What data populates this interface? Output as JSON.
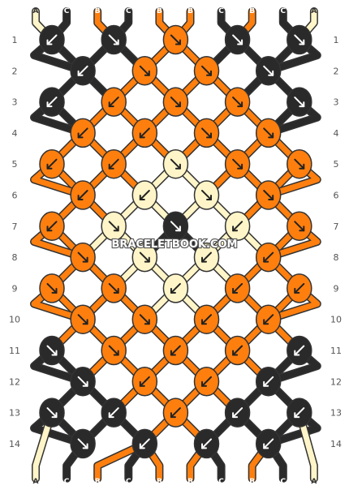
{
  "watermark": "BRACELETBOOK.COM",
  "colors": {
    "A": "#fff5c8",
    "B": "#ff7f0e",
    "C": "#2a2a2a",
    "stroke": "#444444"
  },
  "top_labels": [
    "A",
    "C",
    "B",
    "C",
    "B",
    "B",
    "C",
    "B",
    "C",
    "A"
  ],
  "bottom_labels": [
    "A",
    "C",
    "B",
    "C",
    "B",
    "B",
    "C",
    "B",
    "C",
    "A"
  ],
  "row_numbers": [
    1,
    2,
    3,
    4,
    5,
    6,
    7,
    8,
    9,
    10,
    11,
    12,
    13,
    14
  ],
  "knots": [
    {
      "row": 1,
      "col": 0,
      "color": "C",
      "arrow": "sw"
    },
    {
      "row": 1,
      "col": 2,
      "color": "C",
      "arrow": "se"
    },
    {
      "row": 1,
      "col": 4,
      "color": "B",
      "arrow": "se"
    },
    {
      "row": 1,
      "col": 6,
      "color": "C",
      "arrow": "se"
    },
    {
      "row": 1,
      "col": 8,
      "color": "C",
      "arrow": "se"
    },
    {
      "row": 2,
      "col": 1,
      "color": "C",
      "arrow": "sw"
    },
    {
      "row": 2,
      "col": 3,
      "color": "B",
      "arrow": "se"
    },
    {
      "row": 2,
      "col": 5,
      "color": "B",
      "arrow": "se"
    },
    {
      "row": 2,
      "col": 7,
      "color": "C",
      "arrow": "se"
    },
    {
      "row": 3,
      "col": 0,
      "color": "C",
      "arrow": "sw"
    },
    {
      "row": 3,
      "col": 2,
      "color": "B",
      "arrow": "sw"
    },
    {
      "row": 3,
      "col": 4,
      "color": "B",
      "arrow": "se"
    },
    {
      "row": 3,
      "col": 6,
      "color": "B",
      "arrow": "se"
    },
    {
      "row": 3,
      "col": 8,
      "color": "C",
      "arrow": "se"
    },
    {
      "row": 4,
      "col": 1,
      "color": "B",
      "arrow": "sw"
    },
    {
      "row": 4,
      "col": 3,
      "color": "B",
      "arrow": "sw"
    },
    {
      "row": 4,
      "col": 5,
      "color": "B",
      "arrow": "se"
    },
    {
      "row": 4,
      "col": 7,
      "color": "B",
      "arrow": "se"
    },
    {
      "row": 5,
      "col": 0,
      "color": "B",
      "arrow": "sw"
    },
    {
      "row": 5,
      "col": 2,
      "color": "B",
      "arrow": "sw"
    },
    {
      "row": 5,
      "col": 4,
      "color": "A",
      "arrow": "se"
    },
    {
      "row": 5,
      "col": 6,
      "color": "B",
      "arrow": "se"
    },
    {
      "row": 5,
      "col": 8,
      "color": "B",
      "arrow": "se"
    },
    {
      "row": 6,
      "col": 1,
      "color": "B",
      "arrow": "sw"
    },
    {
      "row": 6,
      "col": 3,
      "color": "A",
      "arrow": "sw"
    },
    {
      "row": 6,
      "col": 5,
      "color": "A",
      "arrow": "se"
    },
    {
      "row": 6,
      "col": 7,
      "color": "B",
      "arrow": "se"
    },
    {
      "row": 7,
      "col": 0,
      "color": "B",
      "arrow": "sw"
    },
    {
      "row": 7,
      "col": 2,
      "color": "A",
      "arrow": "se"
    },
    {
      "row": 7,
      "col": 4,
      "color": "C",
      "arrow": "se"
    },
    {
      "row": 7,
      "col": 6,
      "color": "A",
      "arrow": "sw"
    },
    {
      "row": 7,
      "col": 8,
      "color": "B",
      "arrow": "se"
    },
    {
      "row": 8,
      "col": 1,
      "color": "B",
      "arrow": "se"
    },
    {
      "row": 8,
      "col": 3,
      "color": "A",
      "arrow": "se"
    },
    {
      "row": 8,
      "col": 5,
      "color": "A",
      "arrow": "sw"
    },
    {
      "row": 8,
      "col": 7,
      "color": "B",
      "arrow": "sw"
    },
    {
      "row": 9,
      "col": 0,
      "color": "B",
      "arrow": "se"
    },
    {
      "row": 9,
      "col": 2,
      "color": "B",
      "arrow": "se"
    },
    {
      "row": 9,
      "col": 4,
      "color": "A",
      "arrow": "sw"
    },
    {
      "row": 9,
      "col": 6,
      "color": "B",
      "arrow": "sw"
    },
    {
      "row": 9,
      "col": 8,
      "color": "B",
      "arrow": "sw"
    },
    {
      "row": 10,
      "col": 1,
      "color": "B",
      "arrow": "se"
    },
    {
      "row": 10,
      "col": 3,
      "color": "B",
      "arrow": "se"
    },
    {
      "row": 10,
      "col": 5,
      "color": "B",
      "arrow": "sw"
    },
    {
      "row": 10,
      "col": 7,
      "color": "B",
      "arrow": "sw"
    },
    {
      "row": 11,
      "col": 0,
      "color": "C",
      "arrow": "se"
    },
    {
      "row": 11,
      "col": 2,
      "color": "B",
      "arrow": "se"
    },
    {
      "row": 11,
      "col": 4,
      "color": "B",
      "arrow": "sw"
    },
    {
      "row": 11,
      "col": 6,
      "color": "B",
      "arrow": "sw"
    },
    {
      "row": 11,
      "col": 8,
      "color": "C",
      "arrow": "sw"
    },
    {
      "row": 12,
      "col": 1,
      "color": "C",
      "arrow": "se"
    },
    {
      "row": 12,
      "col": 3,
      "color": "B",
      "arrow": "sw"
    },
    {
      "row": 12,
      "col": 5,
      "color": "B",
      "arrow": "sw"
    },
    {
      "row": 12,
      "col": 7,
      "color": "C",
      "arrow": "sw"
    },
    {
      "row": 13,
      "col": 0,
      "color": "C",
      "arrow": "se"
    },
    {
      "row": 13,
      "col": 2,
      "color": "C",
      "arrow": "sw"
    },
    {
      "row": 13,
      "col": 4,
      "color": "B",
      "arrow": "sw"
    },
    {
      "row": 13,
      "col": 6,
      "color": "C",
      "arrow": "sw"
    },
    {
      "row": 13,
      "col": 8,
      "color": "C",
      "arrow": "sw"
    },
    {
      "row": 14,
      "col": 1,
      "color": "C",
      "arrow": "se"
    },
    {
      "row": 14,
      "col": 3,
      "color": "C",
      "arrow": "sw"
    },
    {
      "row": 14,
      "col": 5,
      "color": "C",
      "arrow": "sw"
    },
    {
      "row": 14,
      "col": 7,
      "color": "C",
      "arrow": "sw"
    }
  ]
}
